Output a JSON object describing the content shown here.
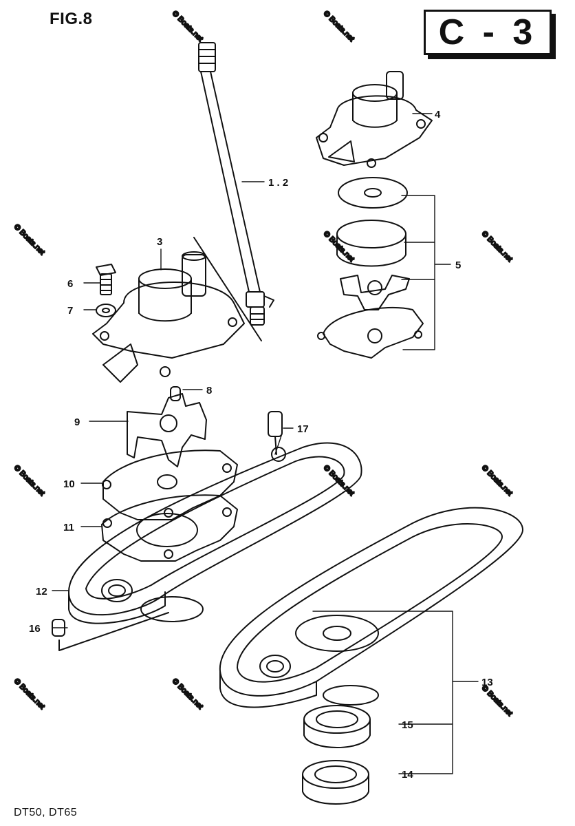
{
  "figure": {
    "title": "FIG.8",
    "code": "C - 3",
    "models": "DT50, DT65"
  },
  "watermark": "© Boats.net",
  "callouts": [
    {
      "id": "c1",
      "text": "1 . 2"
    },
    {
      "id": "c3",
      "text": "3"
    },
    {
      "id": "c4",
      "text": "4"
    },
    {
      "id": "c5",
      "text": "5"
    },
    {
      "id": "c6",
      "text": "6"
    },
    {
      "id": "c7",
      "text": "7"
    },
    {
      "id": "c8",
      "text": "8"
    },
    {
      "id": "c9",
      "text": "9"
    },
    {
      "id": "c10",
      "text": "10"
    },
    {
      "id": "c11",
      "text": "11"
    },
    {
      "id": "c12",
      "text": "12"
    },
    {
      "id": "c13",
      "text": "13"
    },
    {
      "id": "c14",
      "text": "14"
    },
    {
      "id": "c15",
      "text": "15"
    },
    {
      "id": "c16",
      "text": "16"
    },
    {
      "id": "c17",
      "text": "17"
    }
  ]
}
